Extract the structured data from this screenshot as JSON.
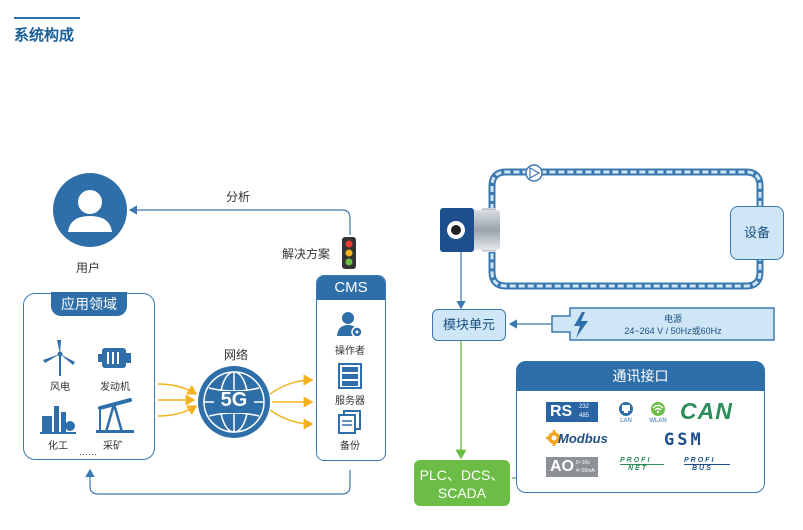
{
  "header": {
    "title": "系统构成"
  },
  "user": {
    "label": "用户"
  },
  "analysis": {
    "label": "分析"
  },
  "solution": {
    "label": "解决方案"
  },
  "network": {
    "label": "网络",
    "badge": "5G"
  },
  "application": {
    "title": "应用领域",
    "items": [
      "风电",
      "发动机",
      "化工",
      "采矿"
    ],
    "more": "……"
  },
  "cms": {
    "title": "CMS",
    "items": [
      "操作者",
      "服务器",
      "备份"
    ]
  },
  "equipment": {
    "label": "设备"
  },
  "module": {
    "label": "模块单元"
  },
  "power": {
    "title": "电源",
    "spec": "24~264 V / 50Hz或60Hz"
  },
  "comm": {
    "title": "通讯接口",
    "rs": {
      "main": "RS",
      "sub1": "232",
      "sub2": "485"
    },
    "lan": "LAN",
    "wlan": "WLAN",
    "can": "CAN",
    "modbus": "Modbus",
    "gsm": "GSM",
    "ao": {
      "main": "AO",
      "sub1": "0~10v",
      "sub2": "4~20mA"
    },
    "profinet": {
      "top": "PROFI",
      "bottom": "NET"
    },
    "profibus": {
      "top": "PROFI",
      "bottom": "BUS"
    }
  },
  "plc": {
    "line1": "PLC、DCS、",
    "line2": "SCADA"
  },
  "colors": {
    "blue": "#2f6fa9",
    "light": "#cfe6f7",
    "green": "#6cbd45",
    "yellow": "#f3b21b"
  }
}
